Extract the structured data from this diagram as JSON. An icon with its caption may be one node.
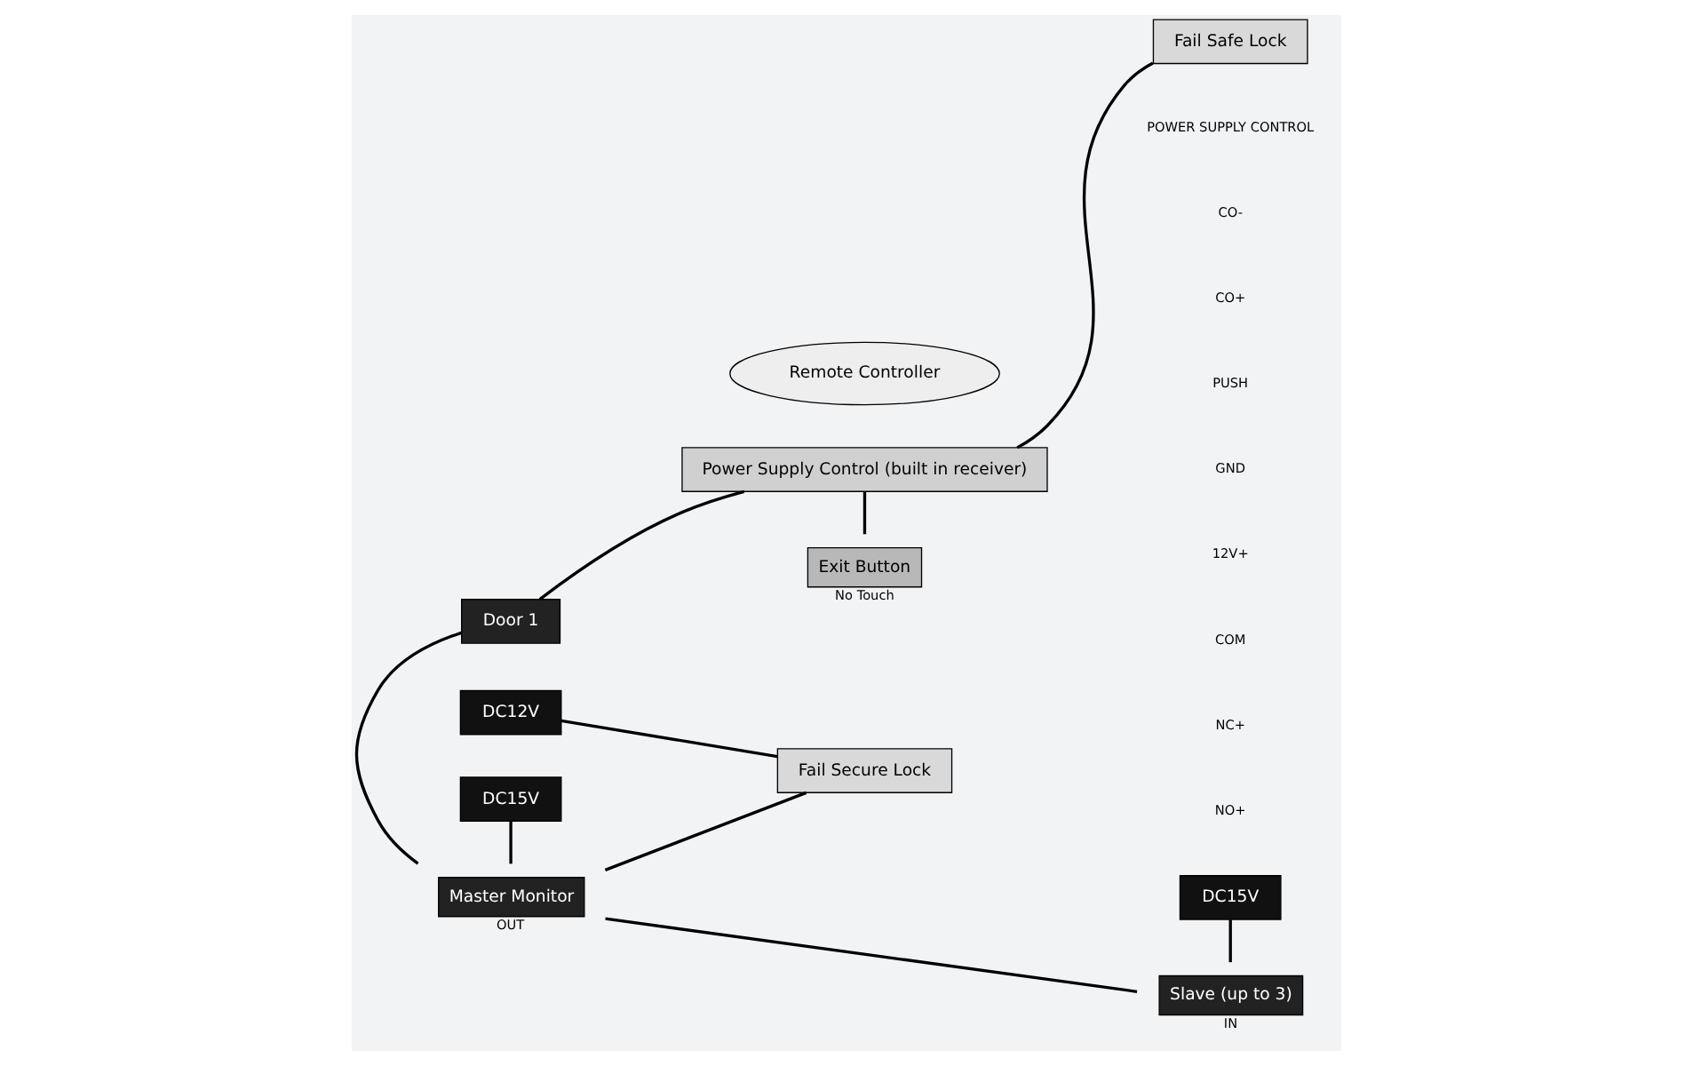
{
  "diagram": {
    "nodes": [
      {
        "text": [
          "Door 1"
        ]
      },
      {
        "text": [
          "Master Monitor"
        ],
        "beside": [
          "OUT"
        ]
      },
      {
        "text": [
          "DC15V"
        ]
      },
      {
        "text": [
          "DC12V"
        ]
      },
      {
        "text": [
          "Fail Secure Lock"
        ]
      },
      {
        "text": [
          "Remote Controller"
        ]
      },
      {
        "text": [
          "Power Supply Control (built in receiver)"
        ]
      },
      {
        "text": [
          "Exit Button"
        ],
        "beside": [
          "No Touch"
        ]
      },
      {
        "text": [
          "Fail Safe Lock"
        ]
      },
      {
        "text": [
          "Slave (up to 3)"
        ],
        "beside": [
          "IN"
        ]
      },
      {
        "text": [
          "DC15V"
        ]
      }
    ],
    "edges": [
      {
        "from": 0,
        "to": 1,
        "arrow": "none"
      },
      {
        "from": 2,
        "to": 1,
        "arrow": "none"
      },
      {
        "from": 1,
        "to": 4,
        "arrow": "none"
      },
      {
        "from": 3,
        "to": 4,
        "arrow": "none"
      },
      {
        "from": 0,
        "to": 6,
        "arrow": "none"
      },
      {
        "from": 1,
        "to": 9,
        "arrow": "none"
      },
      {
        "from": 10,
        "to": 9,
        "arrow": "none"
      },
      {
        "from": 6,
        "to": 7,
        "arrow": "none"
      },
      {
        "from": 6,
        "to": 8,
        "arrow": "none"
      }
    ],
    "labels": [
      "POWER SUPPLY CONTROL",
      "CO-",
      "CO+",
      "PUSH",
      "GND",
      "12V+",
      "COM",
      "NC+",
      "NO+"
    ]
  }
}
